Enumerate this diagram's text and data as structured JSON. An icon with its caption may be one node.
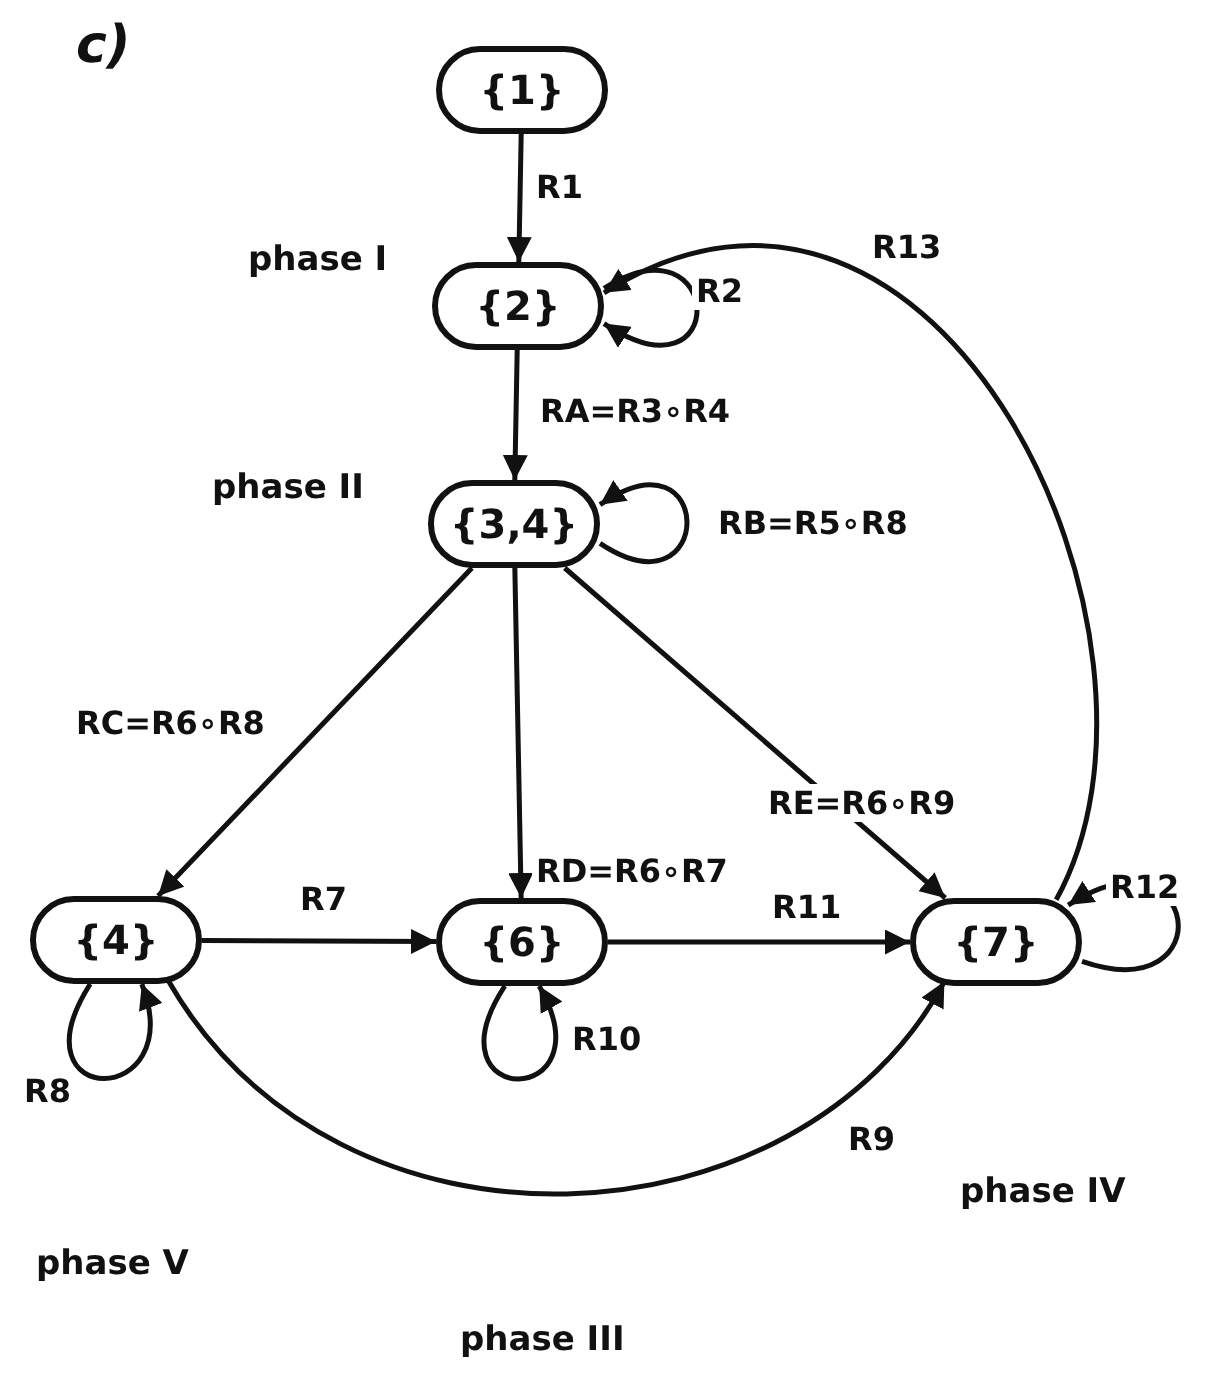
{
  "diagram": {
    "title": "c)",
    "nodes": [
      {
        "text": [
          "{1}"
        ]
      },
      {
        "text": [
          "{2}"
        ],
        "beside": [
          "phase I"
        ]
      },
      {
        "text": [
          "{3,4}"
        ],
        "beside": [
          "phase II"
        ]
      },
      {
        "text": [
          "{4}"
        ]
      },
      {
        "text": [
          "{6}"
        ]
      },
      {
        "text": [
          "{7}"
        ]
      }
    ],
    "labels": [
      "phase IV",
      "phase V",
      "phase III"
    ],
    "edges": [
      {
        "from": 0,
        "to": 1,
        "arrow": "to",
        "label": "R1"
      },
      {
        "from": 1,
        "to": 1,
        "arrow": "to",
        "label": "R2"
      },
      {
        "from": 1,
        "to": 2,
        "arrow": "to",
        "label": "RA=R3∘R4"
      },
      {
        "from": 2,
        "to": 2,
        "arrow": "to",
        "label": "RB=R5∘R8"
      },
      {
        "from": 2,
        "to": 3,
        "arrow": "to",
        "label": "RC=R6∘R8"
      },
      {
        "from": 2,
        "to": 4,
        "arrow": "to",
        "label": "RD=R6∘R7"
      },
      {
        "from": 2,
        "to": 5,
        "arrow": "to",
        "label": "RE=R6∘R9"
      },
      {
        "from": 3,
        "to": 3,
        "arrow": "to",
        "label": "R8"
      },
      {
        "from": 3,
        "to": 4,
        "arrow": "to",
        "label": "R7"
      },
      {
        "from": 4,
        "to": 4,
        "arrow": "to",
        "label": "R10"
      },
      {
        "from": 4,
        "to": 5,
        "arrow": "to",
        "label": "R11"
      },
      {
        "from": 3,
        "to": 5,
        "arrow": "to",
        "label": "R9"
      },
      {
        "from": 5,
        "to": 1,
        "arrow": "to",
        "label": "R13"
      },
      {
        "from": 5,
        "to": 5,
        "arrow": "to",
        "label": "R12"
      }
    ]
  }
}
